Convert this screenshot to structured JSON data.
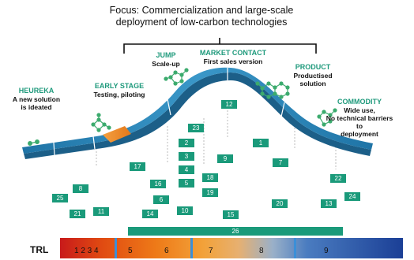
{
  "focus": {
    "line1": "Focus: Commercialization and large-scale",
    "line2": "deployment of low-carbon technologies"
  },
  "stages": {
    "heureka": {
      "title": "HEUREKA",
      "desc1": "A new solution",
      "desc2": "is ideated"
    },
    "early_stage": {
      "title": "EARLY STAGE",
      "desc1": "Testing, piloting"
    },
    "jump": {
      "title": "JUMP",
      "desc1": "Scale-up"
    },
    "market_contact": {
      "title": "MARKET CONTACT",
      "desc1": "First sales version"
    },
    "product": {
      "title": "PRODUCT",
      "desc1": "Productised",
      "desc2": "solution"
    },
    "commodity": {
      "title": "COMMODITY",
      "desc1": "Wide use,",
      "desc2": "No technical barriers",
      "desc3": "to",
      "desc4": "deployment"
    }
  },
  "boxes": {
    "b1": "1",
    "b2": "2",
    "b3": "3",
    "b4": "4",
    "b5": "5",
    "b6": "6",
    "b7": "7",
    "b8": "8",
    "b9": "9",
    "b10": "10",
    "b11": "11",
    "b12": "12",
    "b13": "13",
    "b14": "14",
    "b15": "15",
    "b16": "16",
    "b17": "17",
    "b18": "18",
    "b19": "19",
    "b20": "20",
    "b21": "21",
    "b22": "22",
    "b23": "23",
    "b24": "24",
    "b25": "25",
    "b26": "26"
  },
  "trl": {
    "label": "TRL",
    "levels": {
      "l1234": "1 2 3 4",
      "l5": "5",
      "l6": "6",
      "l7": "7",
      "l8": "8",
      "l9": "9"
    }
  },
  "colors": {
    "accent_green": "#1a9a7a",
    "curve_blue": "#2e86b8",
    "arrow_orange": "#f08a1c",
    "molecule_green": "#3cab6e"
  }
}
